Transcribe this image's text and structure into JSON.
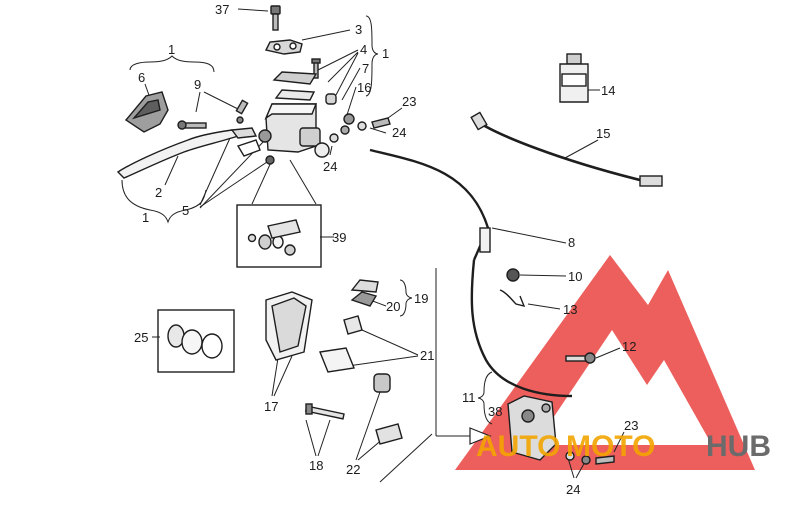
{
  "diagram": {
    "labels": [
      "37",
      "3",
      "4",
      "1",
      "1",
      "6",
      "9",
      "7",
      "16",
      "23",
      "24",
      "24",
      "2",
      "5",
      "1",
      "39",
      "8",
      "10",
      "13",
      "14",
      "15",
      "19",
      "20",
      "21",
      "25",
      "17",
      "12",
      "11",
      "38",
      "18",
      "22",
      "23",
      "24"
    ]
  },
  "watermark": {
    "auto": "AUTO",
    "moto": "MOTO",
    "hub": "HUB",
    "colors": {
      "triangle": "#e8322e",
      "auto_moto": "#f2a400",
      "hub": "#6b6b6b"
    }
  }
}
